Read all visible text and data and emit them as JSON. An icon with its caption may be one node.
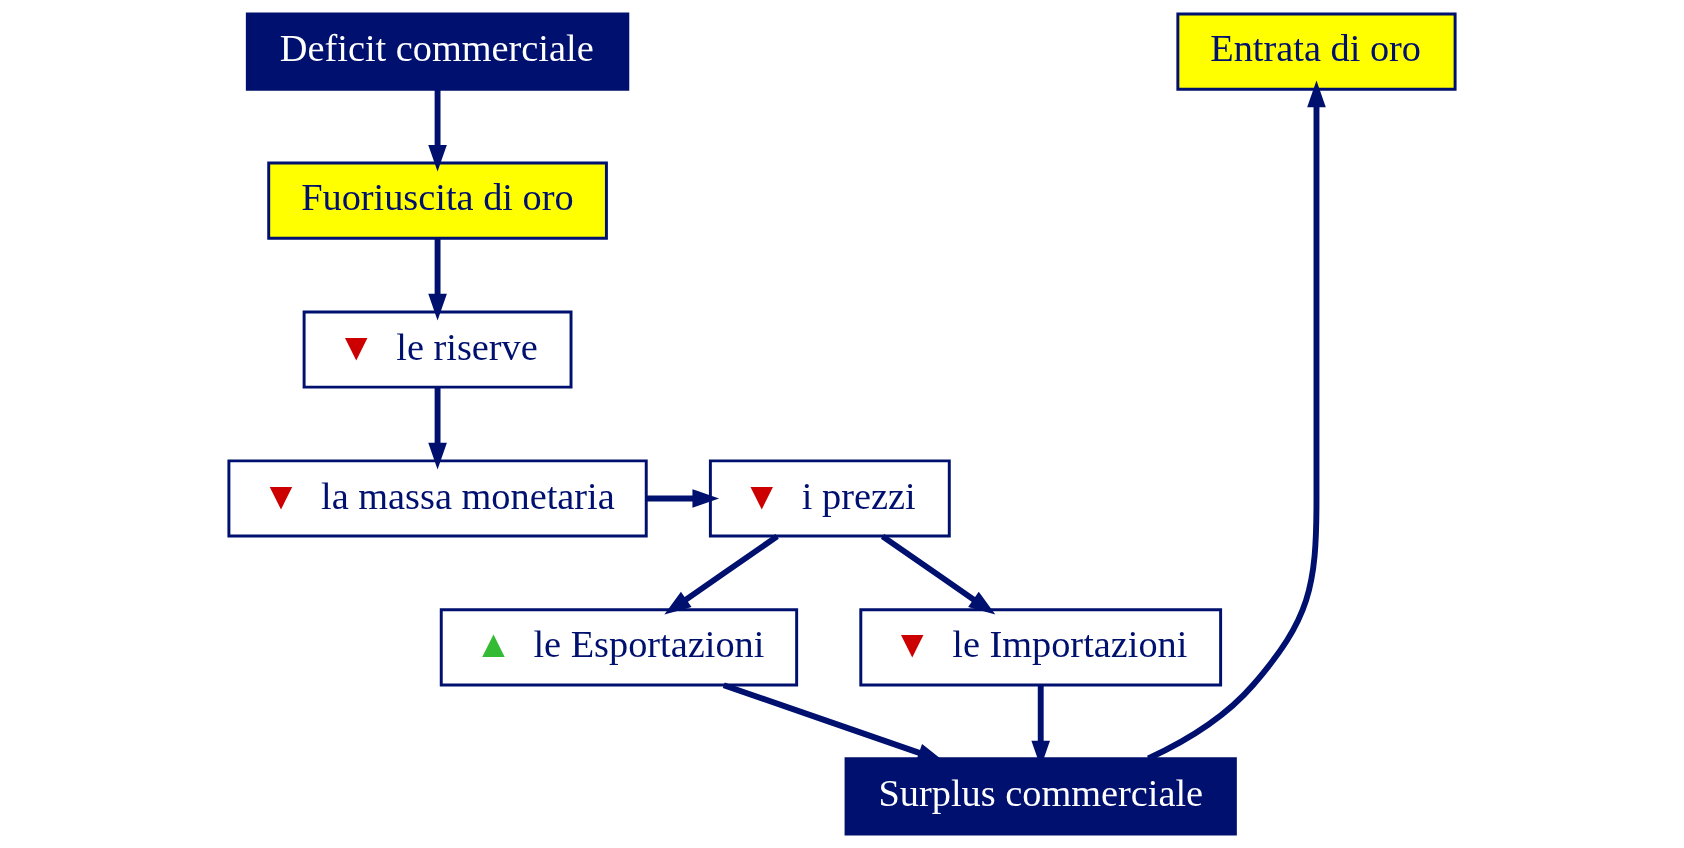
{
  "diagram": {
    "nodes": [
      {
        "text": [
          "Deficit commerciale"
        ]
      },
      {
        "text": [
          "Entrata di oro"
        ]
      },
      {
        "text": [
          "Fuoriuscita di oro"
        ]
      },
      {
        "text": [
          "Surplus commerciale"
        ]
      },
      {
        "text": [
          "▼ le riserve"
        ]
      },
      {
        "text": [
          "▲ le Esportazioni"
        ]
      },
      {
        "text": [
          "▼ le Importazioni"
        ]
      },
      {
        "text": [
          "▼ la massa monetaria"
        ]
      },
      {
        "text": [
          "▼ i prezzi"
        ]
      }
    ],
    "edges": [
      {
        "from": 0,
        "to": 2,
        "arrow": "to"
      },
      {
        "from": 2,
        "to": 4,
        "arrow": "to"
      },
      {
        "from": 4,
        "to": 7,
        "arrow": "to"
      },
      {
        "from": 7,
        "to": 8,
        "arrow": "to"
      },
      {
        "from": 8,
        "to": 5,
        "arrow": "to"
      },
      {
        "from": 8,
        "to": 6,
        "arrow": "to"
      },
      {
        "from": 5,
        "to": 3,
        "arrow": "to"
      },
      {
        "from": 6,
        "to": 3,
        "arrow": "to"
      },
      {
        "from": 3,
        "to": 1,
        "arrow": "to"
      }
    ]
  }
}
